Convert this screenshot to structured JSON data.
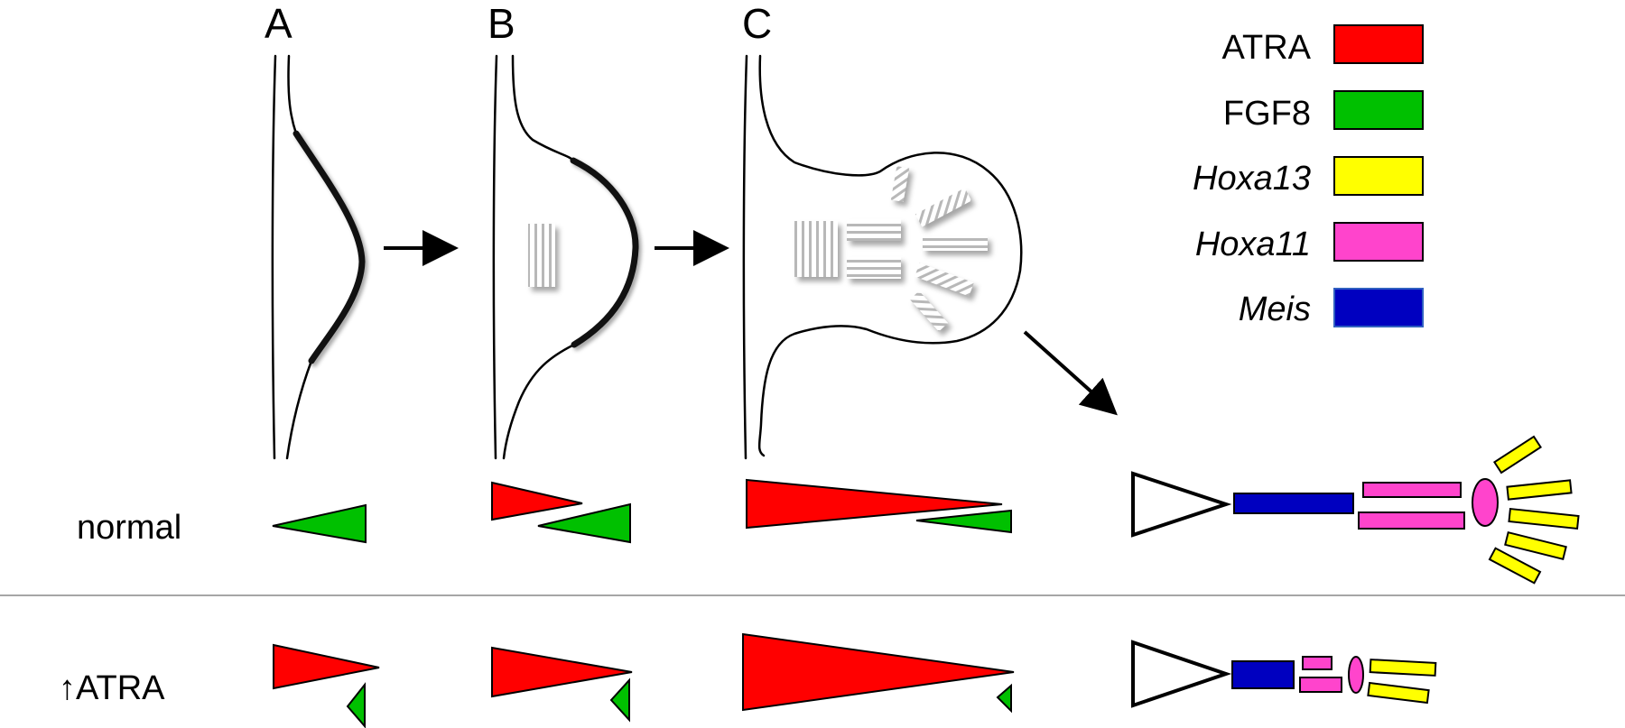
{
  "panels": [
    {
      "label": "A"
    },
    {
      "label": "B"
    },
    {
      "label": "C"
    }
  ],
  "rows": [
    {
      "label": "normal"
    },
    {
      "label": "↑ATRA"
    }
  ],
  "legend": [
    {
      "label": "ATRA",
      "italic": false,
      "color": "#ff0000"
    },
    {
      "label": "FGF8",
      "italic": false,
      "color": "#00c000"
    },
    {
      "label": "Hoxa13",
      "italic": true,
      "color": "#ffff00"
    },
    {
      "label": "Hoxa11",
      "italic": true,
      "color": "#ff44cc"
    },
    {
      "label": "Meis",
      "italic": true,
      "color": "#0000c0"
    }
  ],
  "colors": {
    "atra": "#ff0000",
    "fgf8": "#00c000",
    "hoxa13": "#ffff00",
    "hoxa11": "#ff44cc",
    "meis": "#0000c0",
    "divider": "#888888"
  }
}
